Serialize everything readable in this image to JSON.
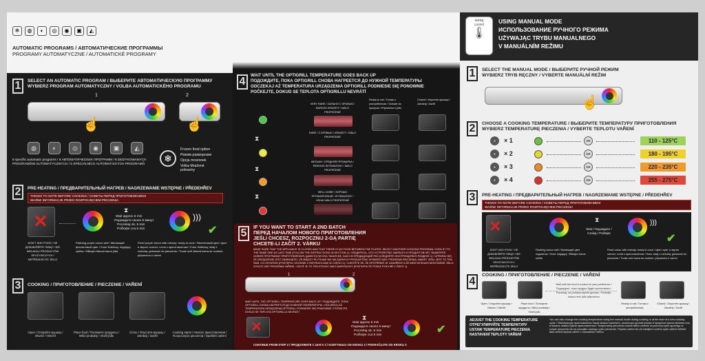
{
  "left": {
    "title_line1": "AUTOMATIC PROGRAMS / АВТОМАТИЧЕСКИЕ ПРОГРАММЫ",
    "title_line2": "PROGRAMY AUTOMATYCZNE / AUTOMATICKÉ PROGRAMY",
    "step1_line1": "SELECT AN AUTOMATIC PROGRAM / ВЫБЕРИТЕ АВТОМАТИЧЕСКУЮ ПРОГРАММУ",
    "step1_line2": "WYBIERZ PROGRAM AUTOMATYCZNY / VOLBA AUTOMATICKÉHO PROGRAMU",
    "step1_note": "6 specific automatic programs / 6 АВТОМАТИЧЕСКИХ ПРОГРАММ / 6 DEDYKOWANYCH PROGRAMÓW AUTOMATYCZNYCH / 6 SPECIÁLNÍCH AUTOMATICKÝCH PROGRAMŮ",
    "frozen_line1": "Frozen food option",
    "frozen_line2": "Режим разморозки",
    "frozen_line3": "Opcja mrożonek",
    "frozen_line4": "Volba Mražené",
    "frozen_line5": "potraviny",
    "num1": "1",
    "num2": "2",
    "step2_title": "PRE-HEATING / ПРЕДВАРИТЕЛЬНЫЙ НАГРЕВ / NAGRZEWANIE WSTĘPNE / PŘEDEHŘEV",
    "step2_bar1": "THINGS TO NOTE BEFORE COOKING / СОВЕТЫ ПЕРЕД ПРИГОТОВЛЕНИЕМ",
    "step2_bar2": "WAŻNE INFORMACJE PRZED ROZPOCZĘCIEM PIECZENIA",
    "wait_line1": "Wait approx 5 min",
    "wait_line2": "Подождите около 5 минут",
    "wait_line3": "Poczekaj ok. 5 min",
    "wait_line4": "Počkejte cca 5 min",
    "dont_add": "DON'T ADD FOOD / НЕ ДОБАВЛЯЙТЕ ПИЩУ / NIE WKŁADAJ PRODUKTÓW SPOŻYWCZYCH / NEPŘIDÁVEJTE JÍDLO",
    "flashing": "Flashing purple colour well / Мигающий фиолетовый цвет / Kolor fioletowy, migający cyklicz / Blikající fialová barva jídla",
    "fixed": "Fixed purple colour with melody: ready to cook / Фиолетовый цвет горит и звучит сигнал: готов к приготовлению / Kolor fioletowy, stały z melodią: gotowość do pieczenia / Trvale svítí fialová barva se zvukem: připraveno k vaření",
    "step3_title": "COOKING / ПРИГОТОВЛЕНИЕ / PIECZENIE / VAŘENÍ",
    "cap_open": "Open / Откройте крышку / Otwórz / Otevřít",
    "cap_place": "Place food / Положите продукты / Włóż produkty / Vložit jídlo",
    "cap_close": "Close / Опустите крышку / Zamknij / Zavřít",
    "cap_start": "Cooking starts / Начало приготовления / Rozpoczęcie pieczenia / Spuštění vaření",
    "s1": "1",
    "s2": "2",
    "s3": "3"
  },
  "middle": {
    "step4_line1": "WAIT UNTIL THE OPTIGRILL TEMPERATURE GOES BACK UP",
    "step4_line2": "ПОДОЖДИТЕ, ПОКА OPTIGRILL СНОВА НАГРЕЕТСЯ ДО НУЖНОЙ ТЕМПЕРАТУРЫ",
    "step4_line3": "ODCZEKAJ AŻ TEMPERATURA URZĄDZENIA OPTIGRILL PODNIESIE SIĘ PONOWNIE",
    "step4_line4": "POČKEJTE, DOKUD SE TEPLOTA OPTIGRILLU NEVRÁTÍ",
    "very_rare": "VERY RARE / СИЛЬНО С КРОВЬЮ / BARDZO KRWISTY / MÁLO PROPEČENÉ",
    "rare": "RARE / С КРОВЬЮ / KRWISTY / MÁLO PROPEČENÉ",
    "medium": "MEDIUM / СРЕДНЯЯ ПРОЖАРКА / ŚREDNIO WYSMAŻONY / MÁLO PROPEČENÉ",
    "well_done": "WELL DONE / ХОРОШО ПРОЖАРЕННЫЙ / WYSMAŻONY / VELMI MÁLO PROPEČENÉ",
    "ready": "Ready to eat / Готово к употреблению / Gotowe do spożycia / Připraveno k jídlu",
    "closed": "Closed / Опустите крышку / Zamknij / Zavřít",
    "step5_line1": "IF YOU WANT TO START A 2ND BATCH",
    "step5_line2": "ПЕРЕД НАЧАЛОМ НОВОГО ПРИГОТОВЛЕНИЯ",
    "step5_line3": "JEŚLI CHCESZ, ROZPOCZNIJ 2-GĄ PARTIĘ",
    "step5_line4": "CHCETE-LI ZAČÍT 2. VÁRKU",
    "step5_body1": "MAKE SURE THAT THE APPLIANCE IS CLOSED AND THAT THERE IS NO FOOD BETWEEN THE PLATES. SELECT ANOTHER COOKING PROGRAM, EVEN IF IT'S THE SAME ONE AS LAST TIME (FOLLOW THE INSTRUCTIONS IN SECTION 1) / УБЕДИТЕСЬ, ЧТО УСТРОЙСТВО ЗАКРЫТО И ПРОДУКТОВ НЕТ. ВЫБЕРИТЕ НОВУЮ ПРОГРАММУ ПРИГОТОВЛЕНИЯ, ДАЖЕ ЕСЛИ ОНА ТАКАЯ ЖЕ, КАК И В ПРЕДЫДУЩИЙ РАЗ (СЛЕДУЙТЕ ИНСТРУКЦИЯМ В РАЗДЕЛЕ 1) / UPEWNIJ SIĘ, ŻE URZĄDZENIE JEST ZAMKNIĘTE I ŻE MIĘDZY PŁYTKAMI NIE MA ŻADNYCH PRODUKTÓW. WYBIERZ INNY PROGRAM PIECZENIA, NAWET JEŚLI JEST TO TEN SAM, CO OSTATNIO (POSTĘPUJ ZGODNIE Z INSTRUKCJAMI W CZĘŚCI 1) / UJISTĚTE SE, ŽE SPOTŘEBIČ JE UZAVŘENÝ A ŽE MEZI DESKAMI NENÍ ŽÁDNÉ JÍDLO. ZVOLTE JINÝ PROGRAM VAŘENÍ, I KDYŽ JE TO TEN STEJNÝ JAKO NAPOSLEDY (POSTUPUJTE PODLE POKYNŮ V ČÁSTI 1)",
    "step5_body2": "WAIT UNTIL THE OPTIGRILL TEMPERATURE GOES BACK UP / ПОДОЖДИТЕ, ПОКА OPTIGRILL СНОВА НАГРЕЕТСЯ ДО НУЖНОЙ ТЕМПЕРАТУРЫ / ODCZEKAJ AŻ TEMPERATURA URZĄDZENIA OPTIGRILL PODNIESIE SIĘ PONOWNIE / POČKEJTE, DOKUD SE TEPLOTA OPTIGRILLU NEVRÁTÍ",
    "wait_line1": "Wait approx 5 min",
    "wait_line2": "Подождите около 5 минут",
    "wait_line3": "Poczekaj ok. 5 min",
    "wait_line4": "Počkejte cca 5 min",
    "continue": "CONTINUE FROM STEP 3 / ПРОДОЛЖИТЕ С ШАГА 3 / KONTYNUUJ OD KROKU 3 / POKRAČUJTE OD KROKU 3",
    "s4": "4",
    "s5": "5",
    "n1": "1",
    "n2": "2"
  },
  "right": {
    "semp_line1": "semp",
    "semp_line2": "control",
    "title_line1": "USING MANUAL MODE",
    "title_line2": "ИСПОЛЬЗОВАНИЕ РУЧНОГО РЕЖИМА",
    "title_line3": "UŻYWAJĄC TRYBU MANUALNEGO",
    "title_line4": "V MANUÁLNÍM REŽIMU",
    "step1_line1": "SELECT THE MANUAL MODE / ВЫБЕРИТЕ РУЧНОЙ РЕЖИМ",
    "step1_line2": "WYBIERZ TRYB RĘCZNY / VYBERTE MANUÁLNÍ REŽIM",
    "step2_line1": "CHOOSE A COOKING TEMPERATURE / ВЫБЕРИТЕ ТЕМПЕРАТУРУ ПРИГОТОВЛЕНИЯ",
    "step2_line2": "WYBIERZ TEMPERATURĘ PIECZENIA / VYBERTE TEPLOTU VAŘENÍ",
    "temps": [
      {
        "count": "× 1",
        "range": "110 - 125°C",
        "color": "#9ed25a",
        "dot": "#6cbf3a"
      },
      {
        "count": "× 2",
        "range": "180 - 195°C",
        "color": "#f0d02a",
        "dot": "#e8d52a"
      },
      {
        "count": "× 3",
        "range": "220 - 235°C",
        "color": "#f09a2a",
        "dot": "#f08a1e"
      },
      {
        "count": "× 4",
        "range": "255 - 275°C",
        "color": "#e0493a",
        "dot": "#d8332a"
      }
    ],
    "ok": "OK",
    "step3_title": "PRE-HEATING / ПРЕДВАРИТЕЛЬНЫЙ НАГРЕВ / NAGRZEWANIE WSTĘPNE / PŘEDEHŘEV",
    "step3_bar1": "THINGS TO NOTE BEFORE COOKING / СОВЕТЫ ПЕРЕД ПРИГОТОВЛЕНИЕМ",
    "step3_bar2": "WAŻNE INFORMACJE PRZED ROZPOCZĘCIEM PIECZENIA",
    "wait": "Wait / Подождите / Czekaj / Počkejte",
    "dont_add": "DON'T ADD FOOD / НЕ ДОБАВЛЯЙТЕ ПИЩУ / NIE WKŁADAJ PRODUKTÓW SPOŻYWCZYCH / NEPŘIDÁVEJTE JÍDLO",
    "flashing": "Flashing colour well / Мигающий цвет подсветки / Kolor migający / Blikající barva světla",
    "fixed": "Fixed colour with melody: ready to cook / Цвет горит и звучит сигнал: готов к приготовлению / Kolor stały z melodią: gotowość do pieczenia / Trvale svítí barva se zvukem: připraveno k vaření",
    "step4_title": "COOKING / ПРИГОТОВЛЕНИЕ / PIECZENIE / VAŘENÍ",
    "cook_note": "Wait until the food is cooked to your preference / Подождите, пока продукт будет приготовлен / Poczekaj, aż potrawa będzie gotowa / Počkejte, dokud není jídlo připraveno",
    "cap_open": "Open / Откройте крышку / Otwórz / Otevřít",
    "cap_place": "Place food / Положите продукты / Włóż produkty / Vložit jídlo",
    "cap_ready": "Ready to eat / Готово к употреблению",
    "cap_close": "Closed / Опустите крышку / Zamknij / Zavřít",
    "adjust_line1": "ADJUST THE COOKING TEMPERATURE",
    "adjust_line2": "ОТРЕГУЛИРУЙТЕ ТЕМПЕРАТУРУ",
    "adjust_line3": "USTAW TEMPERATURĘ PIECZENIA",
    "adjust_line4": "NASTAVENÍ TEPLOTY VAŘENÍ",
    "adjust_body": "You can also change the cooking temperature using the manual mode during cooking or at the start of a new cooking cycle / Температуру приготовления также можно изменить, используя ручной режим в процессе приготовления или в начале нового цикла приготовления / Temperaturę pieczenia można także zmienić za pomocą trybu ręcznego w czasie pieczenia lub na początku nowego cyklu pieczenia / Teplotu vaření lze při zahájení nového cyklu vaření můžete také změnit teplotu vaření v manuálním režimu",
    "s1": "1",
    "s2": "2",
    "s3": "3",
    "s4": "4"
  }
}
